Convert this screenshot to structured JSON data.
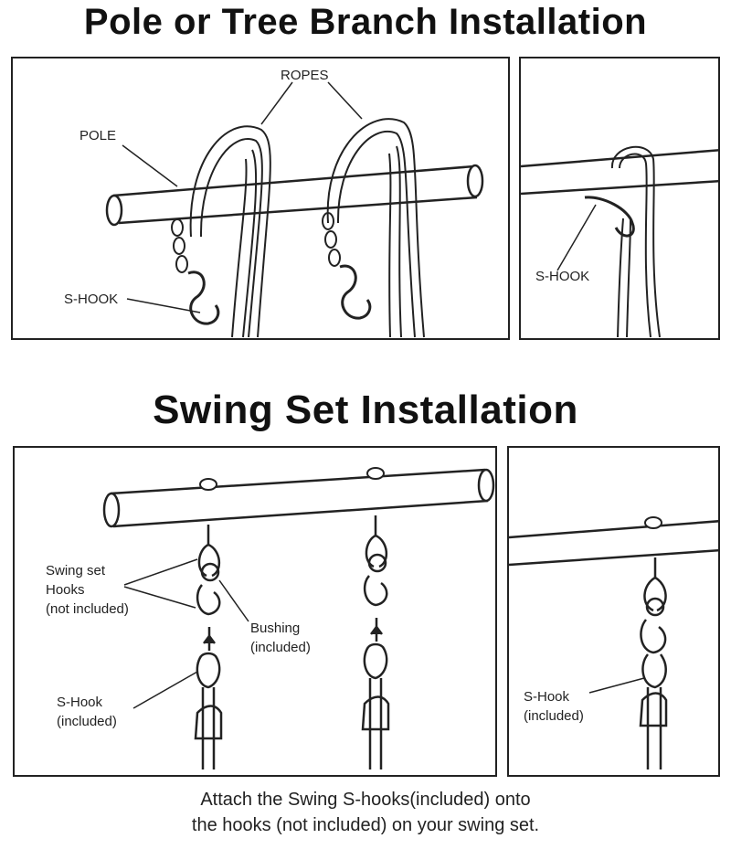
{
  "headings": {
    "pole_title": "Pole or Tree Branch Installation",
    "swing_title": "Swing Set Installation"
  },
  "pole_panel": {
    "ropes_label": "ROPES",
    "pole_label": "POLE",
    "shook_label": "S-HOOK"
  },
  "pole_detail_panel": {
    "shook_label": "S-HOOK"
  },
  "swing_panel": {
    "hooks_label_line1": "Swing set",
    "hooks_label_line2": "Hooks",
    "hooks_label_line3": "(not included)",
    "bushing_line1": "Bushing",
    "bushing_line2": "(included)",
    "shook_line1": "S-Hook",
    "shook_line2": "(included)"
  },
  "swing_detail_panel": {
    "shook_line1": "S-Hook",
    "shook_line2": "(included)"
  },
  "caption": {
    "line1": "Attach the Swing S-hooks(included) onto",
    "line2": "the hooks (not included) on your swing set."
  }
}
